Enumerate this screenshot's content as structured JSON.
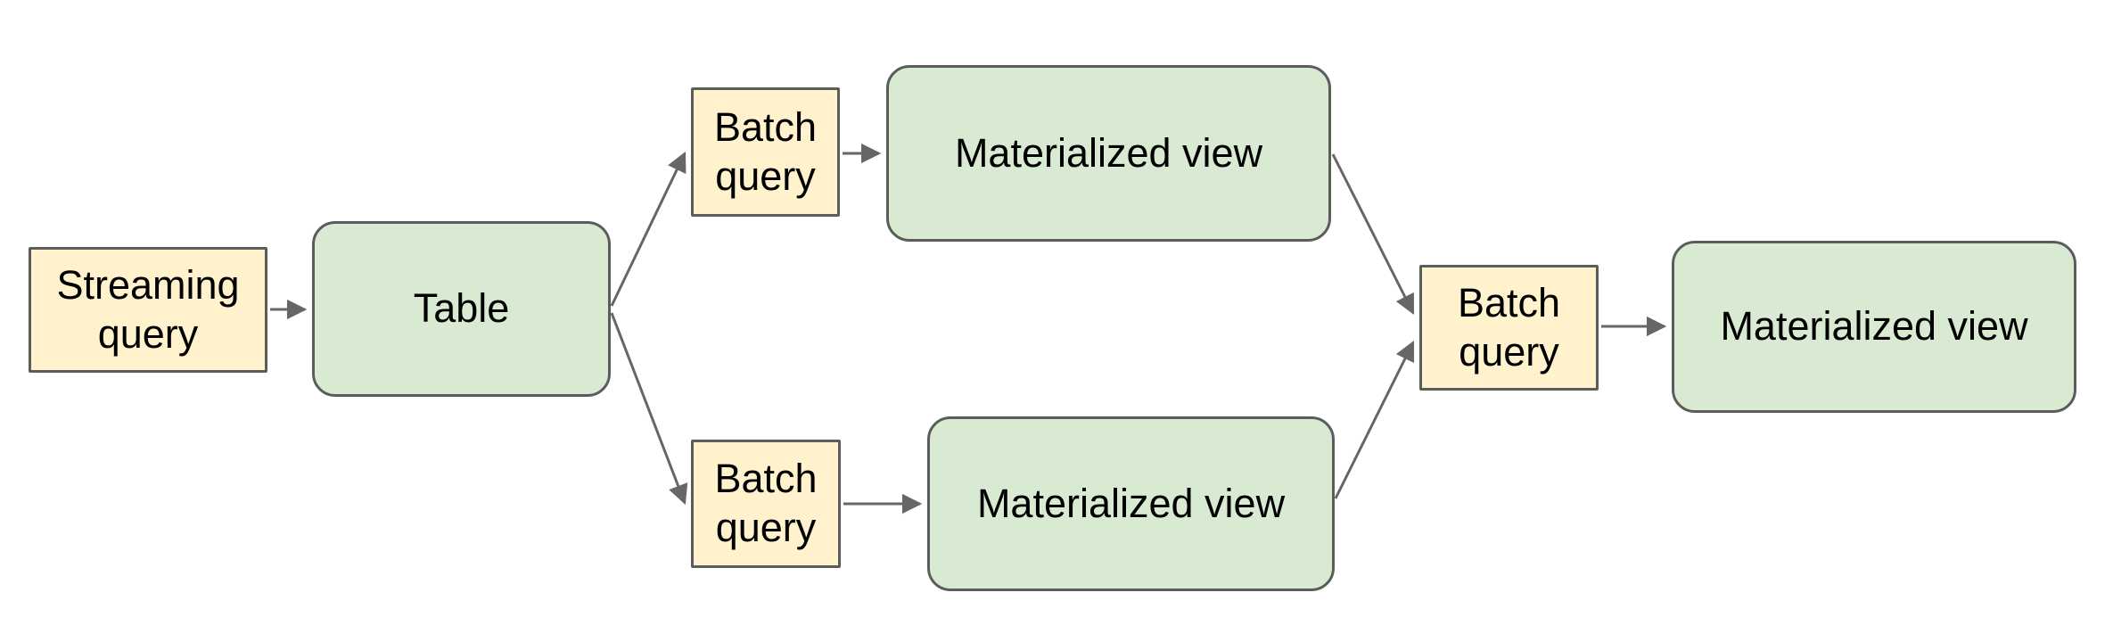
{
  "diagram": {
    "background_color": "#ffffff",
    "colors": {
      "query_box_fill": "#fff2cc",
      "view_box_fill": "#d9ead3",
      "box_border": "#5c5c5c",
      "connector": "#666666",
      "text": "#000000"
    },
    "nodes": [
      {
        "id": "streaming-query",
        "label": "Streaming query",
        "shape": "rectangle",
        "fill": "yellow"
      },
      {
        "id": "table",
        "label": "Table",
        "shape": "rounded-rectangle",
        "fill": "green"
      },
      {
        "id": "batch-query-top",
        "label": "Batch query",
        "shape": "rectangle",
        "fill": "yellow"
      },
      {
        "id": "materialized-view-top",
        "label": "Materialized view",
        "shape": "rounded-rectangle",
        "fill": "green"
      },
      {
        "id": "batch-query-bottom",
        "label": "Batch query",
        "shape": "rectangle",
        "fill": "yellow"
      },
      {
        "id": "materialized-view-bottom",
        "label": "Materialized view",
        "shape": "rounded-rectangle",
        "fill": "green"
      },
      {
        "id": "batch-query-right",
        "label": "Batch query",
        "shape": "rectangle",
        "fill": "yellow"
      },
      {
        "id": "materialized-view-right",
        "label": "Materialized view",
        "shape": "rounded-rectangle",
        "fill": "green"
      }
    ],
    "edges": [
      {
        "from": "streaming-query",
        "to": "table"
      },
      {
        "from": "table",
        "to": "batch-query-top"
      },
      {
        "from": "table",
        "to": "batch-query-bottom"
      },
      {
        "from": "batch-query-top",
        "to": "materialized-view-top"
      },
      {
        "from": "batch-query-bottom",
        "to": "materialized-view-bottom"
      },
      {
        "from": "materialized-view-top",
        "to": "batch-query-right"
      },
      {
        "from": "materialized-view-bottom",
        "to": "batch-query-right"
      },
      {
        "from": "batch-query-right",
        "to": "materialized-view-right"
      }
    ]
  }
}
